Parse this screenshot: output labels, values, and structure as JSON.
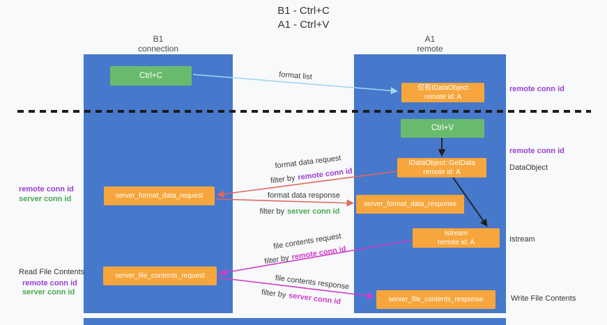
{
  "title": {
    "line1": "B1 - Ctrl+C",
    "line2": "A1 - Ctrl+V"
  },
  "lanes": {
    "left": {
      "name": "B1",
      "subtitle": "connection"
    },
    "right": {
      "name": "A1",
      "subtitle": "remote"
    }
  },
  "boxes": {
    "ctrl_c": {
      "label": "Ctrl+C"
    },
    "ctrl_v": {
      "label": "Ctrl+V"
    },
    "dataobject_only": {
      "line1": "仅有IDataObject",
      "line2": "remote id: A"
    },
    "getdata": {
      "line1": "IDataObject::GetData",
      "line2": "remote id: A"
    },
    "istream": {
      "line1": "Istream",
      "line2": "remote id: A"
    },
    "format_request": {
      "label": "server_format_data_request"
    },
    "format_response": {
      "label": "server_format_data_response"
    },
    "file_request": {
      "label": "server_file_contents_request"
    },
    "file_response": {
      "label": "server_file_contents_response"
    }
  },
  "arrow_labels": {
    "format_list": "format list",
    "format_data_request": "format data request",
    "format_data_response": "format data response",
    "file_contents_request": "file contents request",
    "file_contents_response": "file contents response",
    "filter_by": "filter by",
    "remote_conn_id": "remote conn id",
    "server_conn_id": "server conn id"
  },
  "side_labels": {
    "remote_conn_id": "remote conn id",
    "server_conn_id": "server conn id",
    "dataobject": "DataObject",
    "istream": "Istream",
    "read_file_contents": "Read File Contents",
    "write_file_contents": "Write File Contents"
  },
  "colors": {
    "lane_blue": "#4678cb",
    "box_orange": "#f6a63c",
    "box_green": "#68bb6c",
    "purple_text": "#9c3fd0",
    "green_text": "#4aa84e",
    "magenta": "#d23bc8",
    "red_arrow": "#e0695e",
    "light_blue_arrow": "#a5d5ef"
  }
}
